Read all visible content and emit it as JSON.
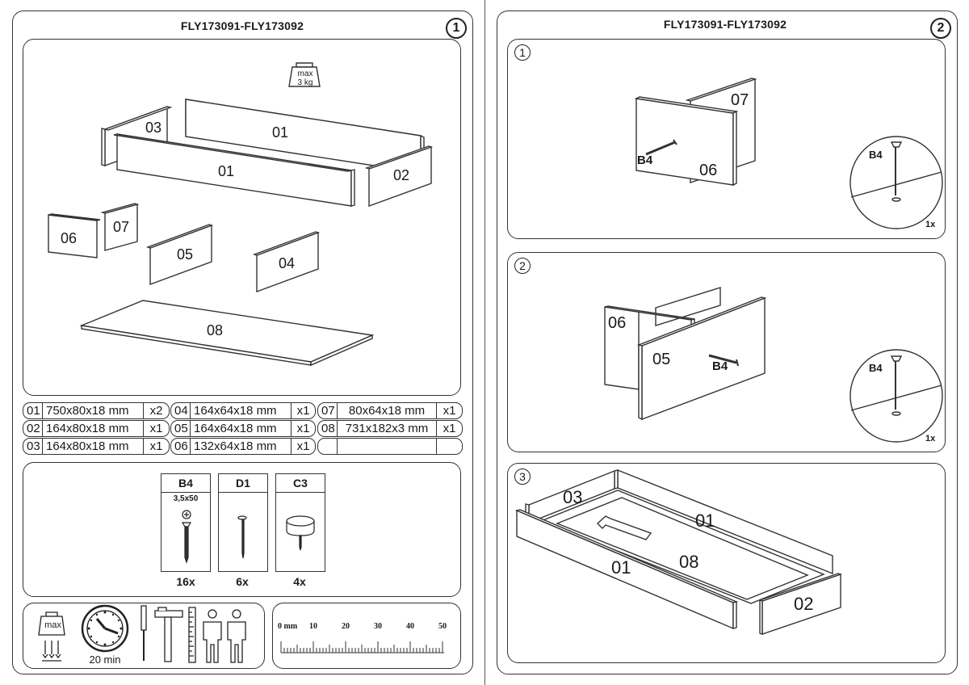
{
  "left_page": {
    "title": "FLY173091-FLY173092",
    "page_number": "1",
    "max_weight_line1": "max",
    "max_weight_line2": "3 kg",
    "panels": [
      "01",
      "03",
      "01",
      "02",
      "06",
      "07",
      "05",
      "04",
      "08"
    ],
    "parts_list": [
      {
        "no": "01",
        "dim": "750x80x18 mm",
        "qty": "x2"
      },
      {
        "no": "02",
        "dim": "164x80x18 mm",
        "qty": "x1"
      },
      {
        "no": "03",
        "dim": "164x80x18 mm",
        "qty": "x1"
      },
      {
        "no": "04",
        "dim": "164x64x18 mm",
        "qty": "x1"
      },
      {
        "no": "05",
        "dim": "164x64x18 mm",
        "qty": "x1"
      },
      {
        "no": "06",
        "dim": "132x64x18 mm",
        "qty": "x1"
      },
      {
        "no": "07",
        "dim": "80x64x18 mm",
        "qty": "x1"
      },
      {
        "no": "08",
        "dim": "731x182x3 mm",
        "qty": "x1"
      }
    ],
    "hardware": [
      {
        "code": "B4",
        "size": "3,5x50",
        "qty": "16x",
        "icon": "screw-icon"
      },
      {
        "code": "D1",
        "size": "",
        "qty": "6x",
        "icon": "nail-icon"
      },
      {
        "code": "C3",
        "size": "",
        "qty": "4x",
        "icon": "glide-icon"
      }
    ],
    "tools": {
      "max_label": "max",
      "time_label": "20 min"
    },
    "ruler": {
      "labels": [
        "0 mm",
        "10",
        "20",
        "30",
        "40",
        "50"
      ]
    }
  },
  "right_page": {
    "title": "FLY173091-FLY173092",
    "page_number": "2",
    "steps": [
      {
        "number": "1",
        "parts": [
          "07",
          "06"
        ],
        "screw": "B4",
        "detail_screw": "B4",
        "count": "1x"
      },
      {
        "number": "2",
        "parts": [
          "06",
          "05"
        ],
        "screw": "B4",
        "detail_screw": "B4",
        "count": "1x"
      },
      {
        "number": "3",
        "parts": [
          "03",
          "01",
          "01",
          "08",
          "02"
        ]
      }
    ]
  },
  "colors": {
    "line": "#333333",
    "panel_fill": "#ffffff",
    "background": "#ffffff"
  }
}
